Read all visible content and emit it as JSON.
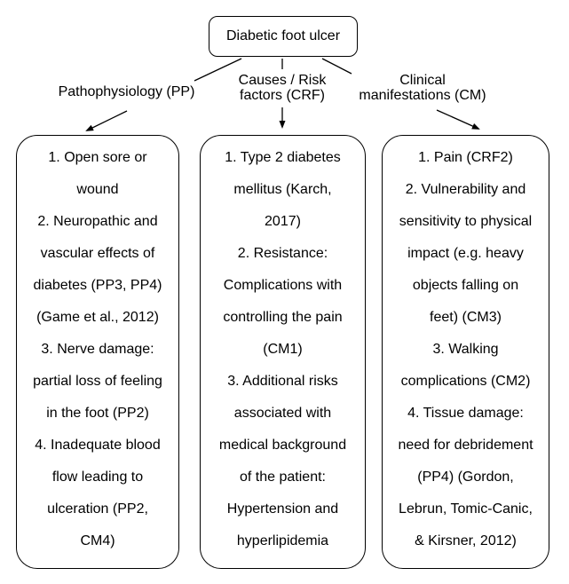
{
  "root": {
    "title": "Diabetic foot ulcer"
  },
  "branches": [
    {
      "label": "Pathophysiology (PP)",
      "label_lines": [
        "Pathophysiology (PP)"
      ]
    },
    {
      "label": "Causes / Risk factors (CRF)",
      "label_lines": [
        "Causes / Risk",
        "factors (CRF)"
      ]
    },
    {
      "label": "Clinical manifestations (CM)",
      "label_lines": [
        "Clinical",
        "manifestations (CM)"
      ]
    }
  ],
  "boxes": [
    {
      "id": "pathophysiology",
      "lines": [
        "1. Open sore or",
        "wound",
        "2. Neuropathic and",
        "vascular effects of",
        "diabetes (PP3, PP4)",
        "(Game et al., 2012)",
        "3. Nerve damage:",
        "partial loss of feeling",
        "in the foot (PP2)",
        "4. Inadequate blood",
        "flow leading to",
        "ulceration (PP2,",
        "CM4)"
      ]
    },
    {
      "id": "causes-risk-factors",
      "lines": [
        "1. Type 2 diabetes",
        "mellitus (Karch,",
        "2017)",
        "2. Resistance:",
        "Complications with",
        "controlling the pain",
        "(CM1)",
        "3. Additional risks",
        "associated with",
        "medical background",
        "of the patient:",
        "Hypertension and",
        "hyperlipidemia"
      ]
    },
    {
      "id": "clinical-manifestations",
      "lines": [
        "1. Pain (CRF2)",
        "2. Vulnerability and",
        "sensitivity to physical",
        "impact (e.g. heavy",
        "objects falling on",
        "feet) (CM3)",
        "3. Walking",
        "complications (CM2)",
        "4. Tissue damage:",
        "need for debridement",
        "(PP4) (Gordon,",
        "Lebrun, Tomic-Canic,",
        "& Kirsner, 2012)"
      ]
    }
  ],
  "colors": {
    "line": "#000000",
    "text": "#000000",
    "background": "#ffffff"
  }
}
